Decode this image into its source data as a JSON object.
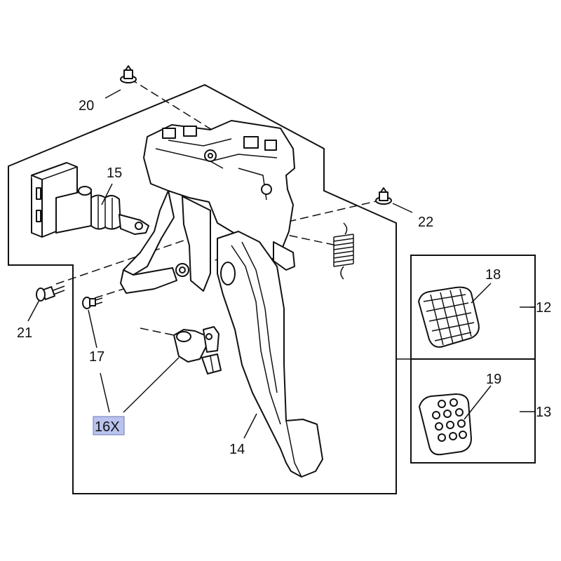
{
  "callouts": {
    "c12": "12",
    "c13": "13",
    "c14": "14",
    "c15": "15",
    "c16x": "16X",
    "c17": "17",
    "c18": "18",
    "c19": "19",
    "c20": "20",
    "c21": "21",
    "c22": "22"
  },
  "colors": {
    "line": "#111111",
    "highlight": "#b9c3ee",
    "background": "#ffffff"
  }
}
